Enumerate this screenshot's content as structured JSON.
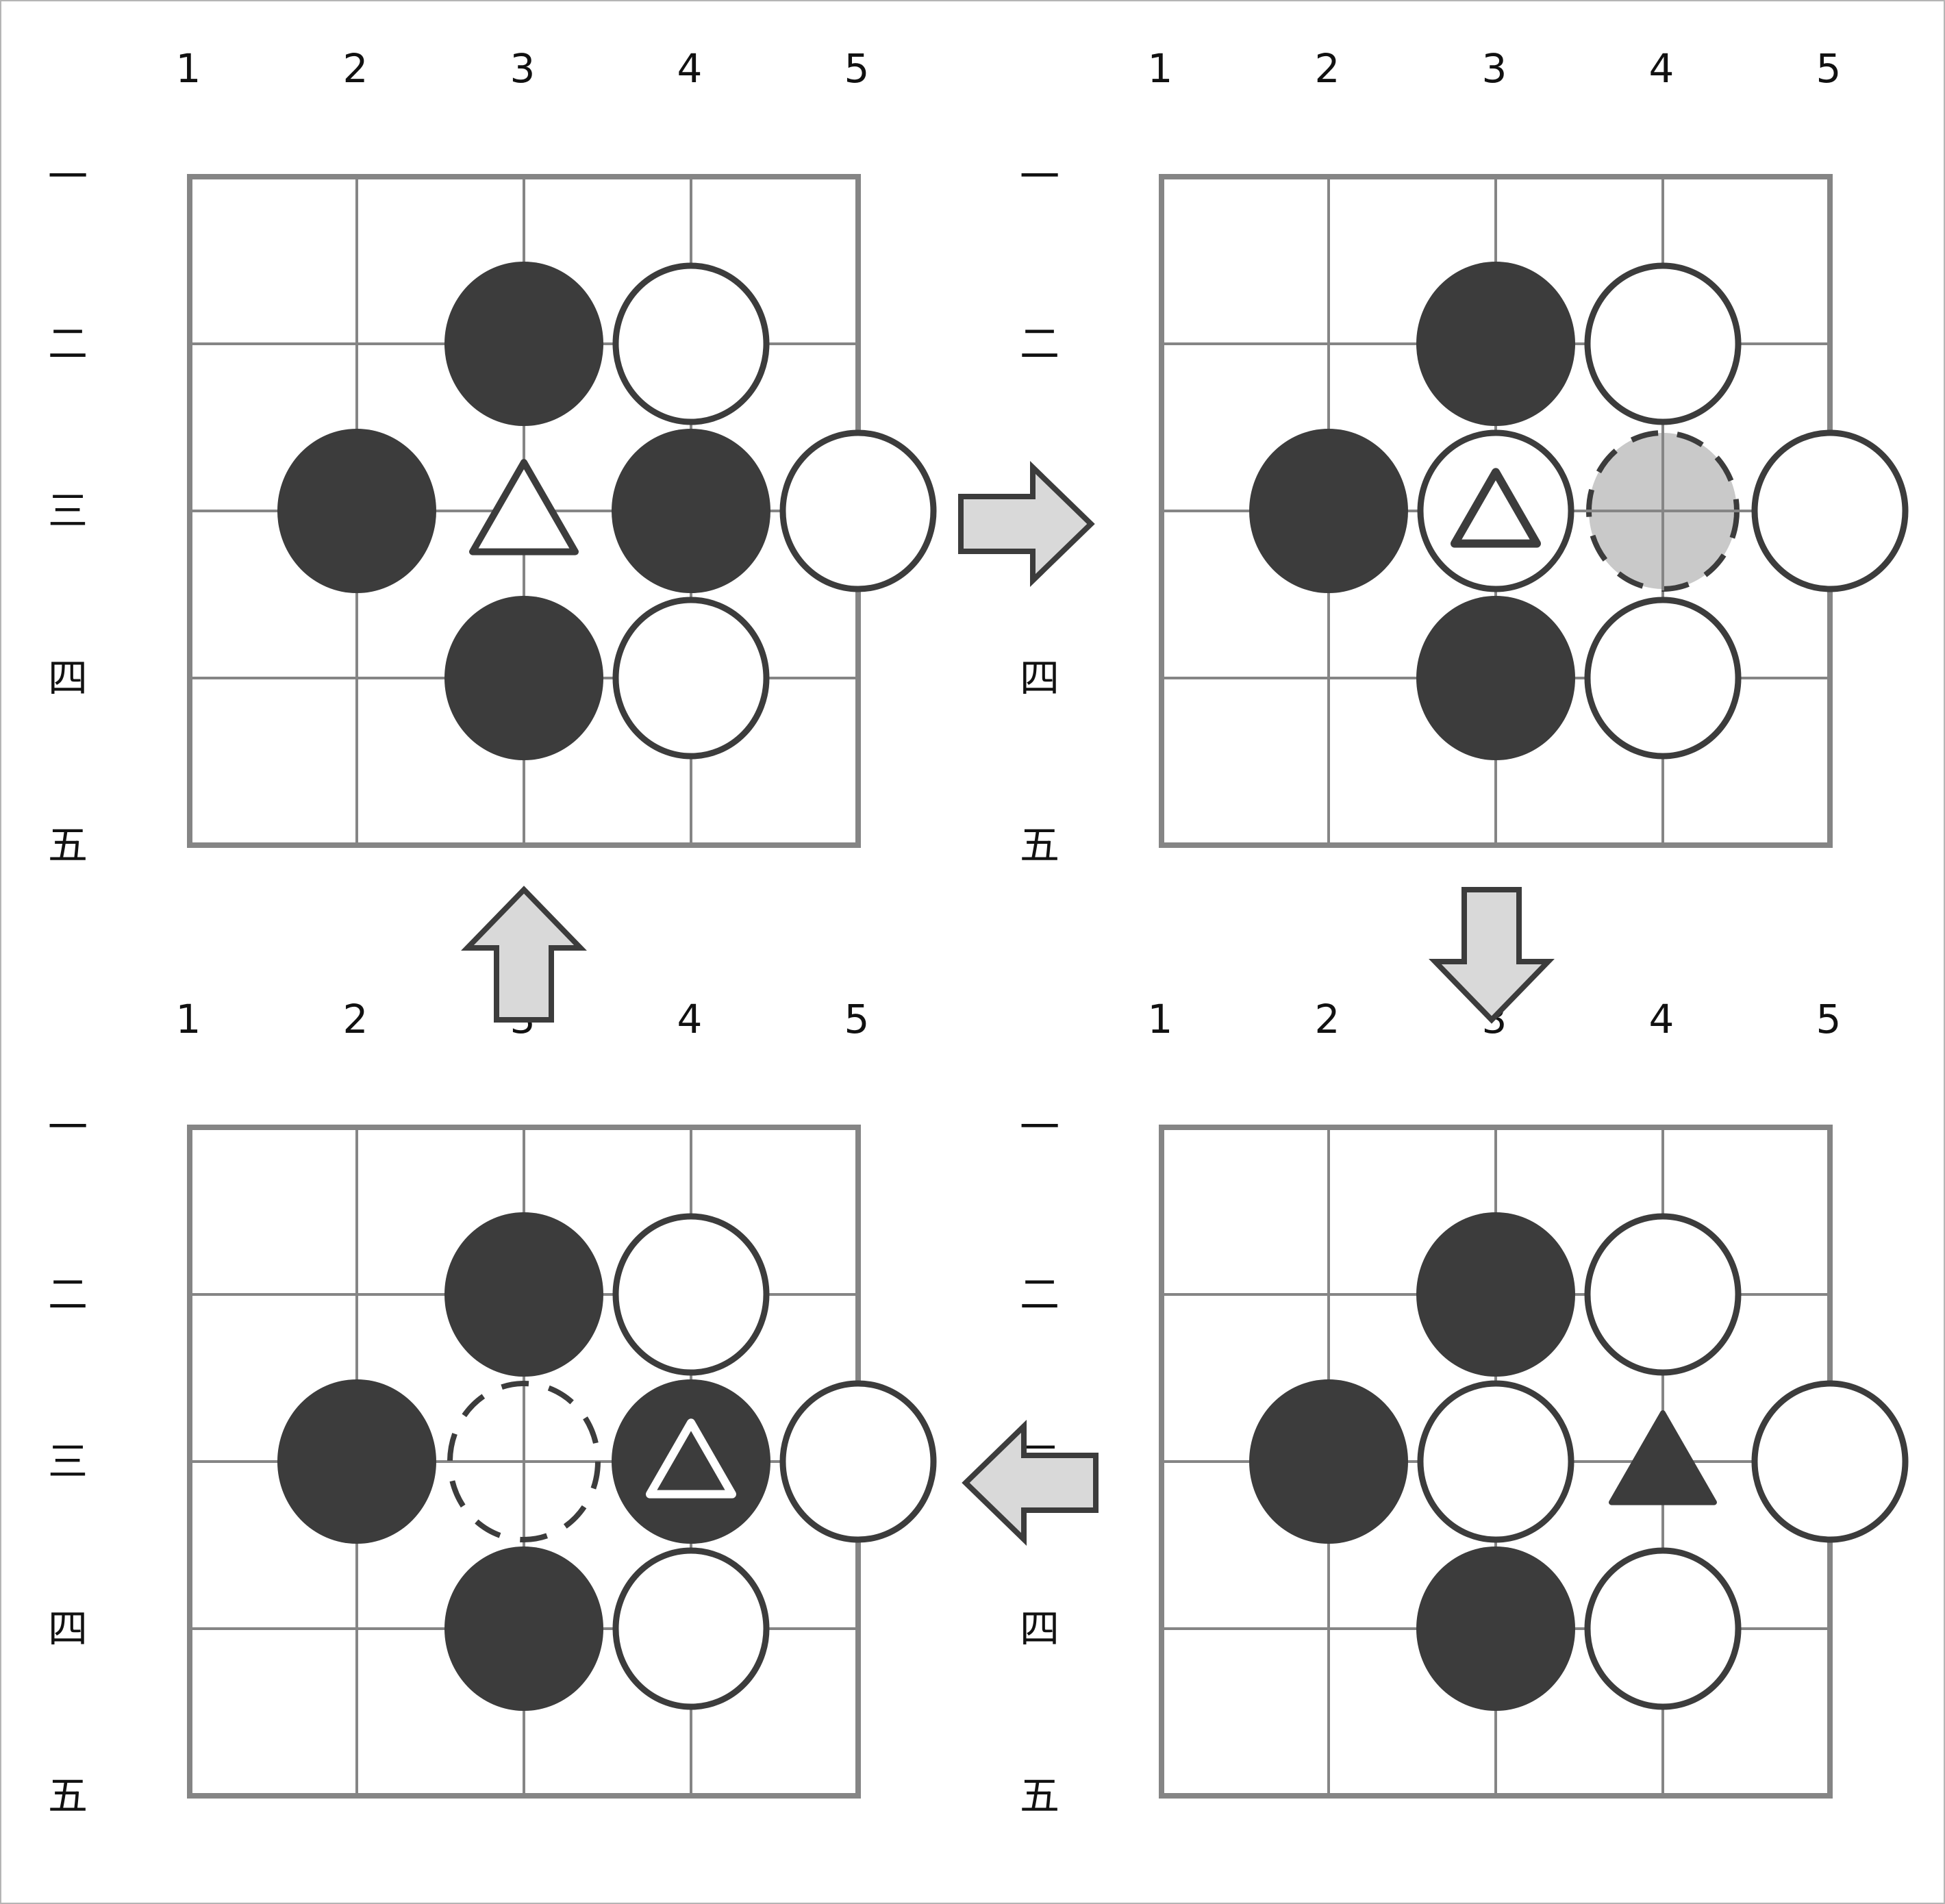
{
  "column_labels": [
    "1",
    "2",
    "3",
    "4",
    "5"
  ],
  "row_labels": [
    "一",
    "二",
    "三",
    "四",
    "五"
  ],
  "colors": {
    "grid_line": "#858585",
    "black_stone": "#3c3c3c",
    "stone_outline": "#3c3c3c",
    "white_stone": "#ffffff",
    "ghost_stone": "#c6c6c6",
    "arrow_fill": "#d9d9d9"
  },
  "arrows": [
    {
      "from": "top-left",
      "to": "top-right",
      "direction": "right"
    },
    {
      "from": "top-right",
      "to": "bottom-right",
      "direction": "down"
    },
    {
      "from": "bottom-right",
      "to": "bottom-left",
      "direction": "left"
    },
    {
      "from": "bottom-left",
      "to": "top-left",
      "direction": "up"
    }
  ],
  "boards": [
    {
      "id": "top-left",
      "stones": [
        {
          "col": 3,
          "row": 2,
          "color": "black"
        },
        {
          "col": 4,
          "row": 2,
          "color": "white"
        },
        {
          "col": 2,
          "row": 3,
          "color": "black"
        },
        {
          "col": 4,
          "row": 3,
          "color": "black"
        },
        {
          "col": 5,
          "row": 3,
          "color": "white"
        },
        {
          "col": 3,
          "row": 4,
          "color": "black"
        },
        {
          "col": 4,
          "row": 4,
          "color": "white"
        }
      ],
      "markers": [
        {
          "col": 3,
          "row": 3,
          "type": "triangle",
          "style": "open"
        }
      ]
    },
    {
      "id": "top-right",
      "stones": [
        {
          "col": 3,
          "row": 2,
          "color": "black"
        },
        {
          "col": 4,
          "row": 2,
          "color": "white"
        },
        {
          "col": 2,
          "row": 3,
          "color": "black"
        },
        {
          "col": 3,
          "row": 3,
          "color": "white"
        },
        {
          "col": 4,
          "row": 3,
          "color": "ghost"
        },
        {
          "col": 5,
          "row": 3,
          "color": "white"
        },
        {
          "col": 3,
          "row": 4,
          "color": "black"
        },
        {
          "col": 4,
          "row": 4,
          "color": "white"
        }
      ],
      "markers": [
        {
          "col": 3,
          "row": 3,
          "type": "triangle",
          "style": "on-white"
        }
      ]
    },
    {
      "id": "bottom-right",
      "stones": [
        {
          "col": 3,
          "row": 2,
          "color": "black"
        },
        {
          "col": 4,
          "row": 2,
          "color": "white"
        },
        {
          "col": 2,
          "row": 3,
          "color": "black"
        },
        {
          "col": 3,
          "row": 3,
          "color": "white"
        },
        {
          "col": 5,
          "row": 3,
          "color": "white"
        },
        {
          "col": 3,
          "row": 4,
          "color": "black"
        },
        {
          "col": 4,
          "row": 4,
          "color": "white"
        }
      ],
      "markers": [
        {
          "col": 4,
          "row": 3,
          "type": "triangle",
          "style": "solid"
        }
      ]
    },
    {
      "id": "bottom-left",
      "stones": [
        {
          "col": 3,
          "row": 2,
          "color": "black"
        },
        {
          "col": 4,
          "row": 2,
          "color": "white"
        },
        {
          "col": 2,
          "row": 3,
          "color": "black"
        },
        {
          "col": 3,
          "row": 3,
          "color": "empty-dashed"
        },
        {
          "col": 4,
          "row": 3,
          "color": "black"
        },
        {
          "col": 5,
          "row": 3,
          "color": "white"
        },
        {
          "col": 3,
          "row": 4,
          "color": "black"
        },
        {
          "col": 4,
          "row": 4,
          "color": "white"
        }
      ],
      "markers": [
        {
          "col": 4,
          "row": 3,
          "type": "triangle",
          "style": "on-black"
        }
      ]
    }
  ]
}
